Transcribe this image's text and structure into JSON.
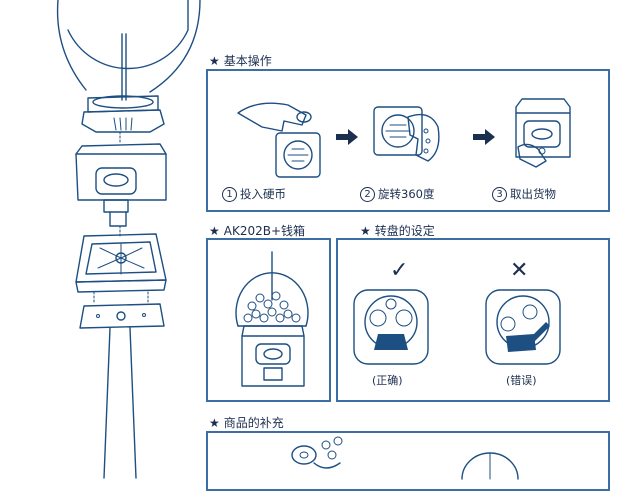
{
  "sections": {
    "basic_ops": {
      "star": "★",
      "title": "基本操作"
    },
    "moneybox": {
      "star": "★",
      "title": "AK202B+钱箱"
    },
    "turntable": {
      "star": "★",
      "title": "转盘的设定"
    },
    "refill": {
      "star": "★",
      "title": "商品的补充"
    }
  },
  "steps": [
    {
      "num": "1",
      "label": "投入硬币"
    },
    {
      "num": "2",
      "label": "旋转360度"
    },
    {
      "num": "3",
      "label": "取出货物"
    }
  ],
  "turntable_marks": {
    "correct_mark": "✓",
    "wrong_mark": "✕",
    "correct_caption": "(正确)",
    "wrong_caption": "(错误)"
  }
}
